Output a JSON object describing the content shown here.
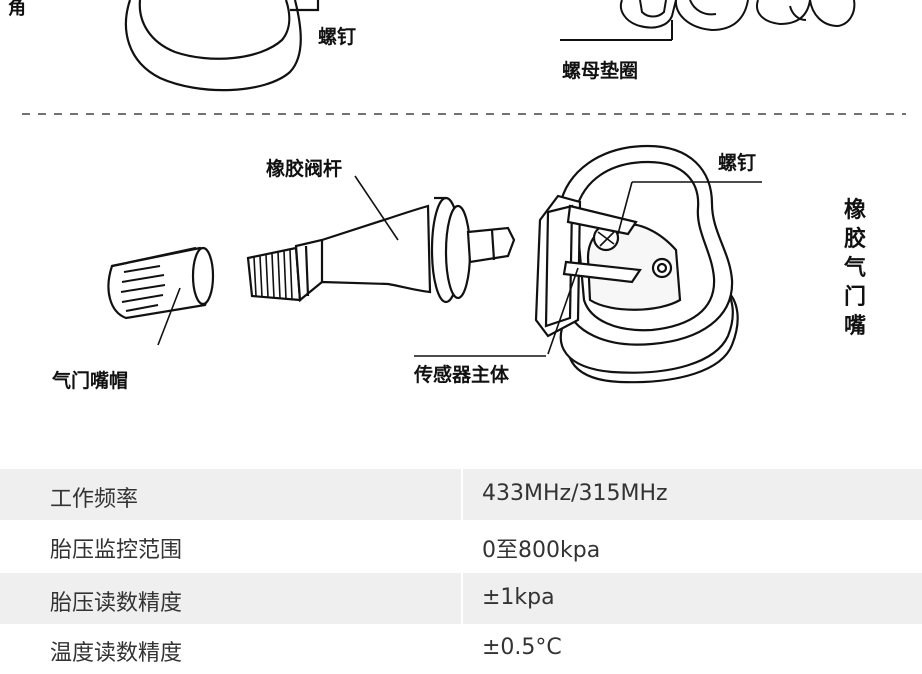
{
  "top_section": {
    "label_left_partial": "角",
    "label_screw": "螺钉",
    "label_nut_washer": "螺母垫圈"
  },
  "exploded_view": {
    "label_rubber_stem": "橡胶阀杆",
    "label_screw": "螺钉",
    "label_valve_cap": "气门嘴帽",
    "label_sensor_body": "传感器主体",
    "side_title": [
      "橡",
      "胶",
      "气",
      "门",
      "嘴"
    ]
  },
  "specs": [
    {
      "key": "工作频率",
      "value": "433MHz/315MHz"
    },
    {
      "key": "胎压监控范围",
      "value": "0至800kpa"
    },
    {
      "key": "胎压读数精度",
      "value": "±1kpa"
    },
    {
      "key": "温度读数精度",
      "value": "±0.5°C"
    }
  ]
}
